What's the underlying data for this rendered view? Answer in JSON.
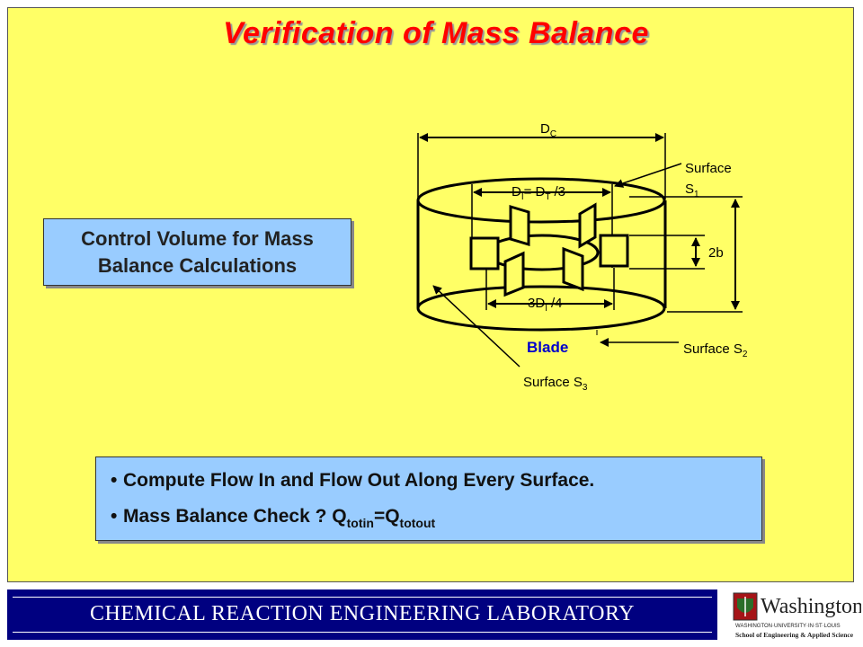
{
  "title": "Verification of Mass Balance",
  "control_volume": {
    "line1": "Control Volume for Mass",
    "line2": "Balance Calculations"
  },
  "diagram": {
    "dc_main": "D",
    "dc_sub": "C",
    "di_main": "D",
    "di_sub": "I",
    "di_eq": "= D",
    "dt_sub": "T",
    "di_div": "/3",
    "b2": "2b",
    "tdi_main": "3D",
    "tdi_sub": "I",
    "tdi_div": "/4",
    "s1_line1": "Surface",
    "s1_main": "S",
    "s1_sub": "1",
    "s2_main": "Surface S",
    "s2_sub": "2",
    "s3_main": "Surface S",
    "s3_sub": "3",
    "blade": "Blade"
  },
  "bullets": {
    "b1": "Compute Flow In and Flow Out Along  Every Surface.",
    "b2_text": "Mass Balance Check ? Q",
    "b2_sub1": "totin",
    "b2_eq": "=Q",
    "b2_sub2": "totout"
  },
  "footer": "CHEMICAL  REACTION  ENGINEERING  LABORATORY",
  "logo": {
    "name": "Washington",
    "line2": "WASHINGTON·UNIVERSITY·IN·ST·LOUIS",
    "line3": "School of Engineering & Applied Science"
  },
  "colors": {
    "slide_bg": "#ffff66",
    "title": "#ff0000",
    "box": "#99ccff",
    "footer_bg": "#000080",
    "blade": "#0000cc"
  }
}
